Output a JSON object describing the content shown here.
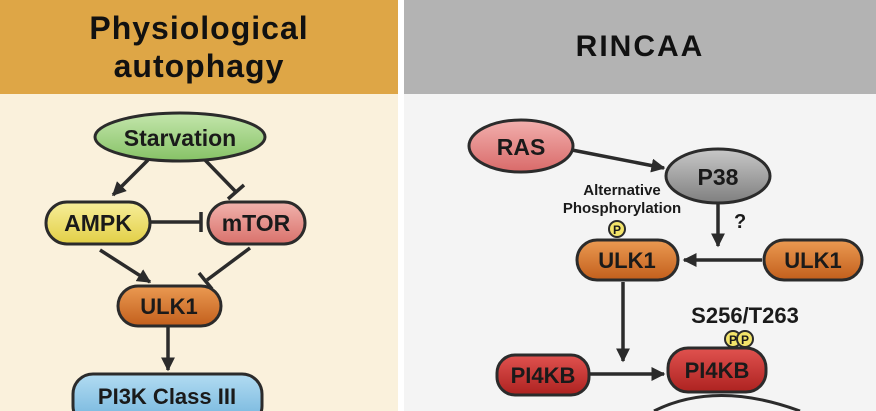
{
  "left_panel": {
    "title": "Physiological autophagy",
    "nodes": {
      "starvation": "Starvation",
      "ampk": "AMPK",
      "mtor": "mTOR",
      "ulk1": "ULK1",
      "pi3k": "PI3K Class III"
    }
  },
  "right_panel": {
    "title": "RINCAA",
    "nodes": {
      "ras": "RAS",
      "p38": "P38",
      "ulk1_phos": "ULK1",
      "ulk1": "ULK1",
      "pi4kb": "PI4KB",
      "pi4kb_phos": "PI4KB"
    },
    "labels": {
      "alternative_phosphorylation_line1": "Alternative",
      "alternative_phosphorylation_line2": "Phosphorylation",
      "question": "?",
      "sites": "S256/T263",
      "phospho_mark": "P"
    }
  },
  "colors": {
    "left_header": "#dea646",
    "right_header": "#b3b3b3",
    "starvation_fill": "#9ccf80",
    "ampk_fill": "#efe06a",
    "mtor_fill": "#e6908a",
    "ulk1_fill": "#d9772b",
    "pi3k_fill": "#8ac6e8",
    "ras_fill": "#e58685",
    "p38_fill": "#999999",
    "pi4kb_fill": "#c8302e",
    "phospho_fill": "#f3e46a"
  }
}
